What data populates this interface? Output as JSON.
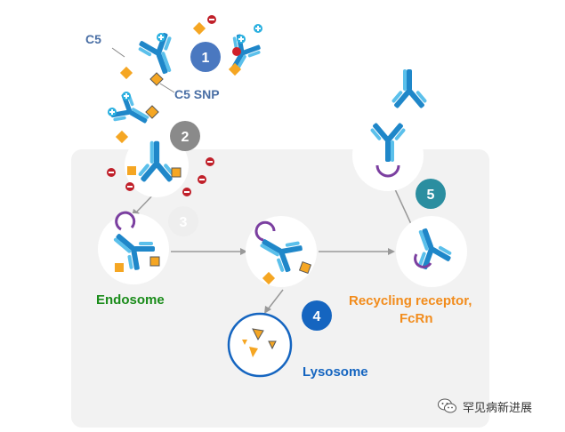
{
  "labels": {
    "c5": "C5",
    "c5_snp": "C5 SNP",
    "endosome": "Endosome",
    "recycling_line1": "Recycling receptor,",
    "recycling_line2": "FcRn",
    "lysosome": "Lysosome"
  },
  "steps": [
    "1",
    "2",
    "3",
    "4",
    "5"
  ],
  "watermark": {
    "icon": "wechat-icon",
    "text": "罕见病新进展"
  },
  "colors": {
    "antibody": "#1f87c9",
    "antibody_light": "#5bc0eb",
    "antigen": "#f5a623",
    "fcrn": "#7b3fa0",
    "cell_bg": "#f2f2f2",
    "step1": "#4a78c0",
    "step2": "#8a8a8a",
    "step4": "#1565c0",
    "step5": "#2b8ea0",
    "endosome_text": "#1a8c1a",
    "recycling_text": "#f28c1c",
    "lysosome_text": "#1565c0",
    "c5_text": "#4a6fa5"
  }
}
